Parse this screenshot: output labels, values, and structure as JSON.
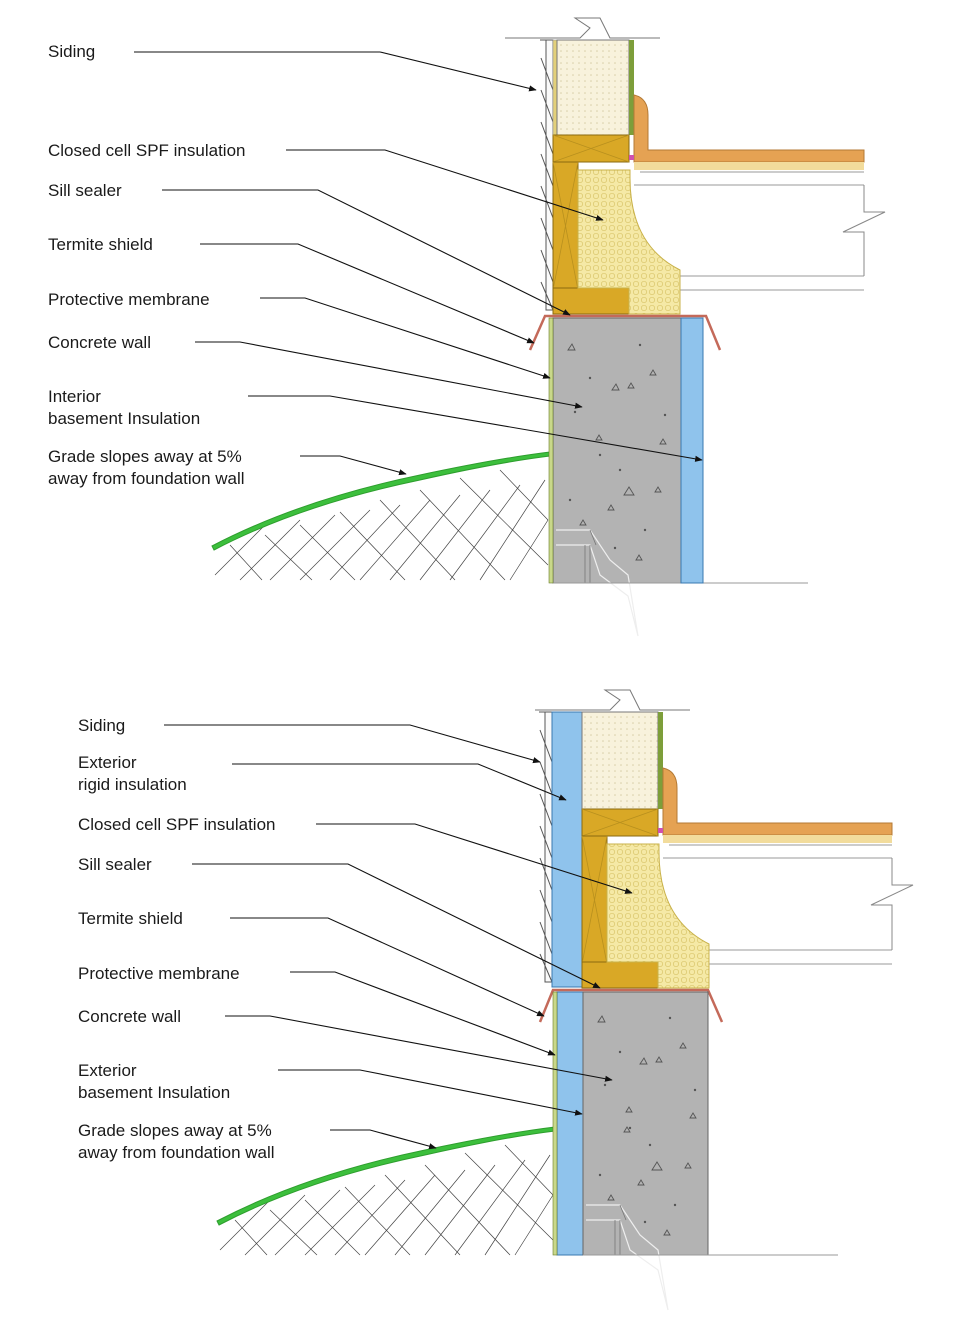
{
  "diagrams": [
    {
      "labels": [
        {
          "lines": [
            "Siding"
          ]
        },
        {
          "lines": [
            "Closed cell SPF insulation"
          ]
        },
        {
          "lines": [
            "Sill sealer"
          ]
        },
        {
          "lines": [
            "Termite shield"
          ]
        },
        {
          "lines": [
            "Protective membrane"
          ]
        },
        {
          "lines": [
            "Concrete wall"
          ]
        },
        {
          "lines": [
            "Interior",
            "basement Insulation"
          ]
        },
        {
          "lines": [
            "Grade slopes away at 5%",
            "away from foundation wall"
          ]
        }
      ]
    },
    {
      "labels": [
        {
          "lines": [
            "Siding"
          ]
        },
        {
          "lines": [
            "Exterior",
            "rigid insulation"
          ]
        },
        {
          "lines": [
            "Closed cell SPF insulation"
          ]
        },
        {
          "lines": [
            "Sill sealer"
          ]
        },
        {
          "lines": [
            "Termite shield"
          ]
        },
        {
          "lines": [
            "Protective membrane"
          ]
        },
        {
          "lines": [
            "Concrete wall"
          ]
        },
        {
          "lines": [
            "Exterior",
            "basement Insulation"
          ]
        },
        {
          "lines": [
            "Grade slopes away at 5%",
            "away from foundation wall"
          ]
        }
      ]
    }
  ],
  "colors": {
    "concrete": "#b3b3b3",
    "rigid_insulation": "#8fc3ec",
    "spray_foam": "#f5e9a6",
    "sill_plate": "#d9a826",
    "floor_finish": "#e5a253",
    "grade": "#3cbf3c",
    "membrane": "#c46a5a",
    "batt_insulation": "#f7f0d6"
  }
}
